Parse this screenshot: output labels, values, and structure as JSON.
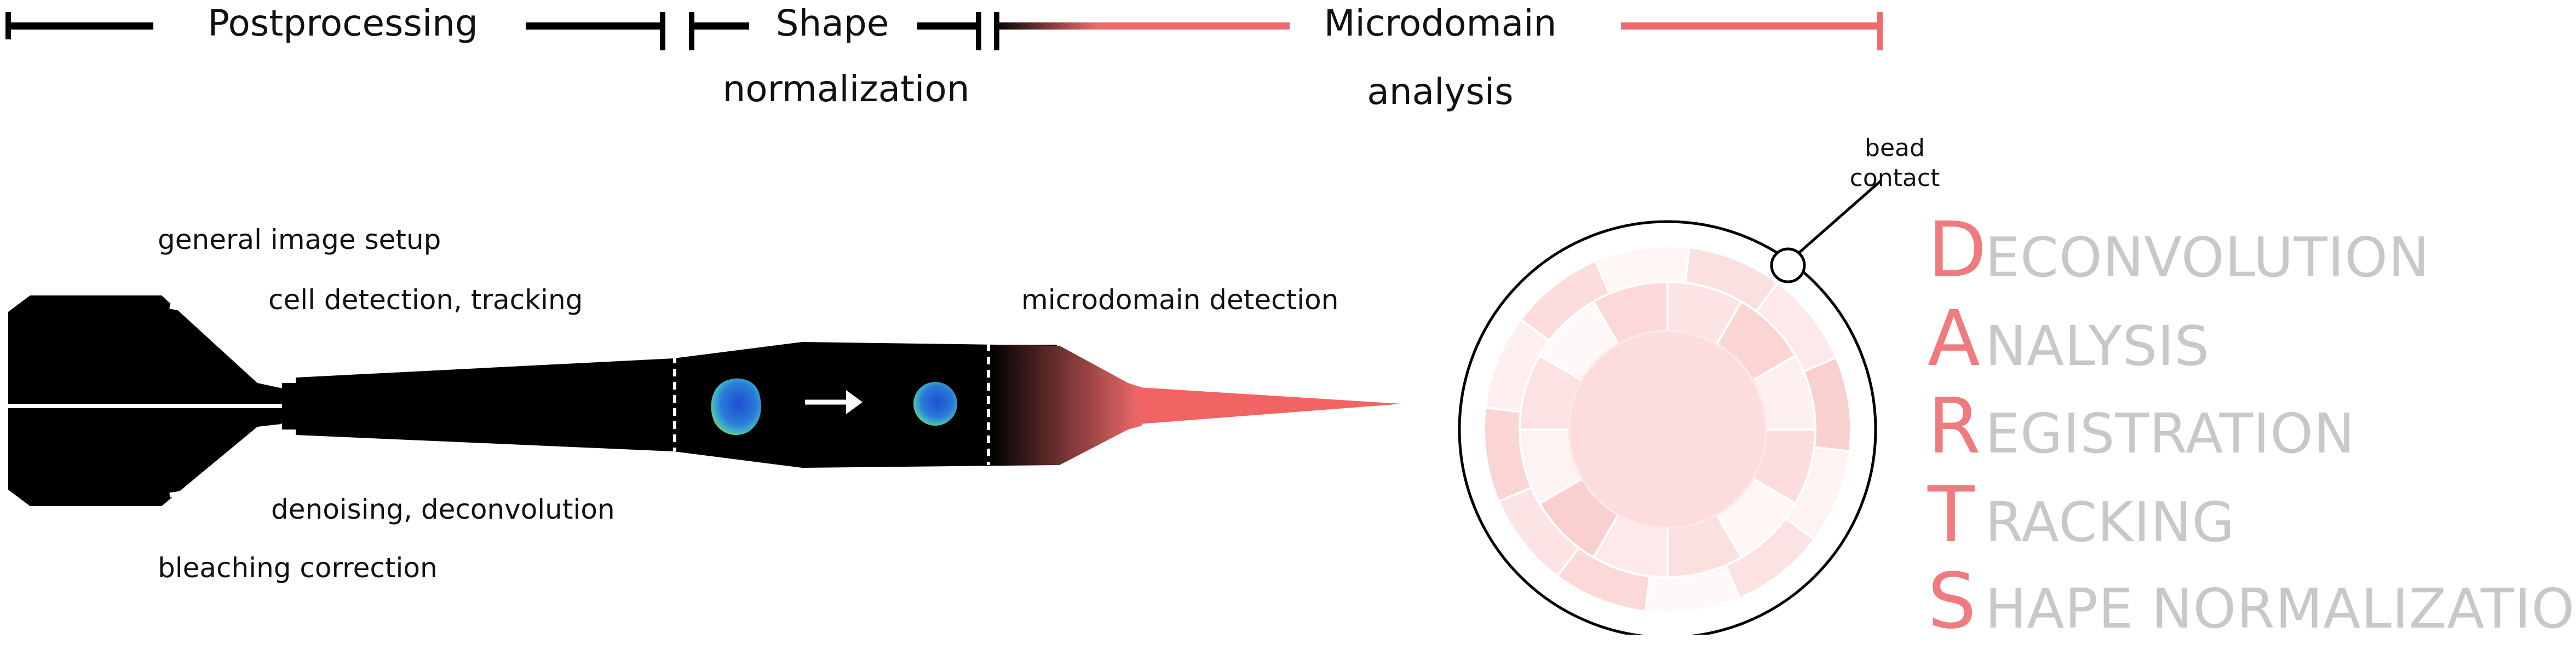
{
  "stages": {
    "postprocessing": "Postprocessing",
    "shape_line1": "Shape",
    "shape_line2": "normalization",
    "micro_line1": "Microdomain",
    "micro_line2": "analysis"
  },
  "steps": {
    "general": "general image setup",
    "cell": "cell detection, tracking",
    "denoise": "denoising, deconvolution",
    "bleach": "bleaching correction",
    "micro": "microdomain detection"
  },
  "bead": {
    "line1": "bead",
    "line2": "contact"
  },
  "acronym": [
    {
      "letter": "D",
      "rest": "ECONVOLUTION"
    },
    {
      "letter": "A",
      "rest": "NALYSIS"
    },
    {
      "letter": "R",
      "rest": "EGISTRATION"
    },
    {
      "letter": "T",
      "rest": "RACKING"
    },
    {
      "letter": "S",
      "rest": "HAPE NORMALIZATION"
    }
  ],
  "colors": {
    "accent": "#ef6a6d",
    "acronym_letter": "#ef7b7e",
    "acronym_rest": "#c8c8c8",
    "dart_body": "#000000",
    "cell_fill": "#2a6fd6"
  }
}
